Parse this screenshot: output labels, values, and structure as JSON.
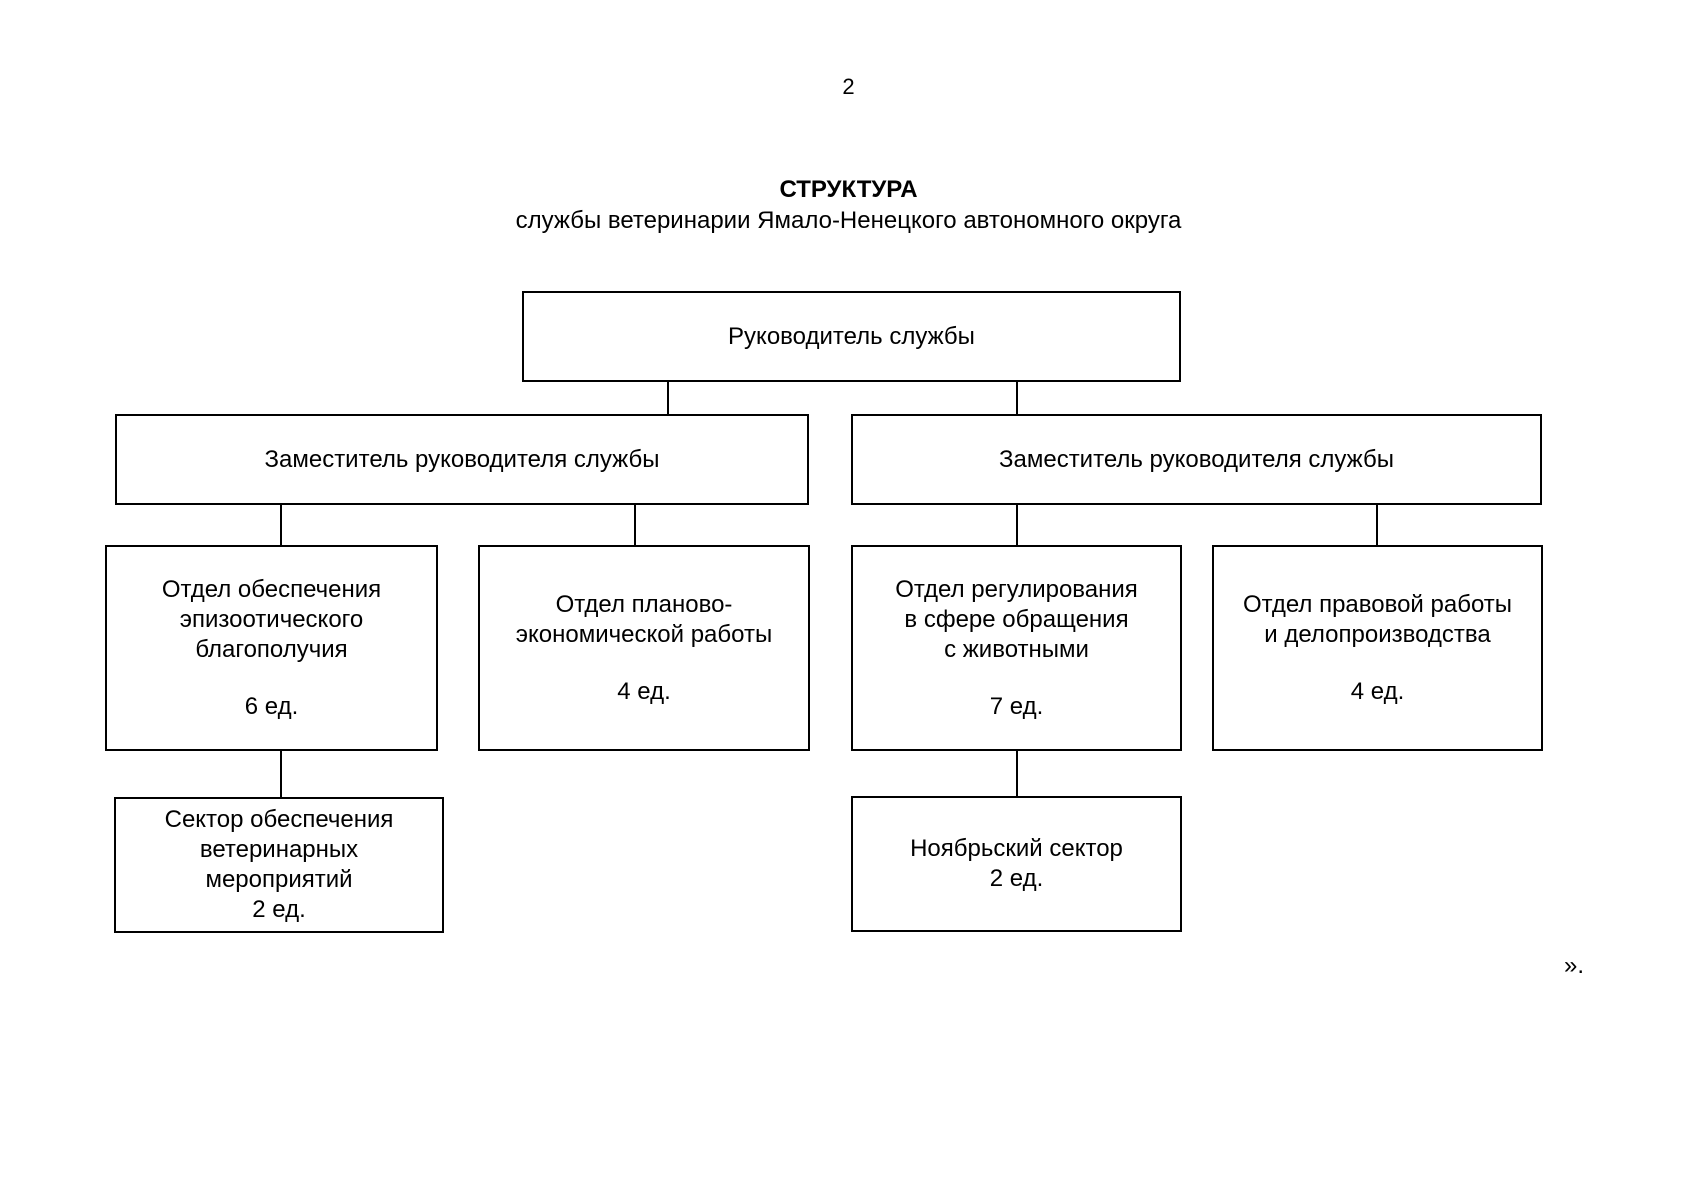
{
  "page": {
    "number": "2"
  },
  "header": {
    "title": "СТРУКТУРА",
    "subtitle": "службы ветеринарии Ямало-Ненецкого автономного округа"
  },
  "org": {
    "head": "Руководитель службы",
    "deputy_left": "Заместитель руководителя службы",
    "deputy_right": "Заместитель руководителя службы",
    "dept_episootic": {
      "lines": [
        "Отдел обеспечения",
        "эпизоотического",
        "благополучия"
      ],
      "staff": "6 ед."
    },
    "dept_planning": {
      "lines": [
        "Отдел планово-",
        "экономической работы"
      ],
      "staff": "4 ед."
    },
    "dept_regulation": {
      "lines": [
        "Отдел регулирования",
        "в сфере обращения",
        "с животными"
      ],
      "staff": "7 ед."
    },
    "dept_legal": {
      "lines": [
        "Отдел правовой работы",
        "и делопроизводства"
      ],
      "staff": "4 ед."
    },
    "sector_vet": {
      "lines": [
        "Сектор обеспечения",
        "ветеринарных",
        "мероприятий"
      ],
      "staff": "2 ед."
    },
    "sector_noyabrsk": {
      "lines": [
        "Ноябрьский сектор"
      ],
      "staff": "2 ед."
    }
  },
  "closing_mark": "»."
}
